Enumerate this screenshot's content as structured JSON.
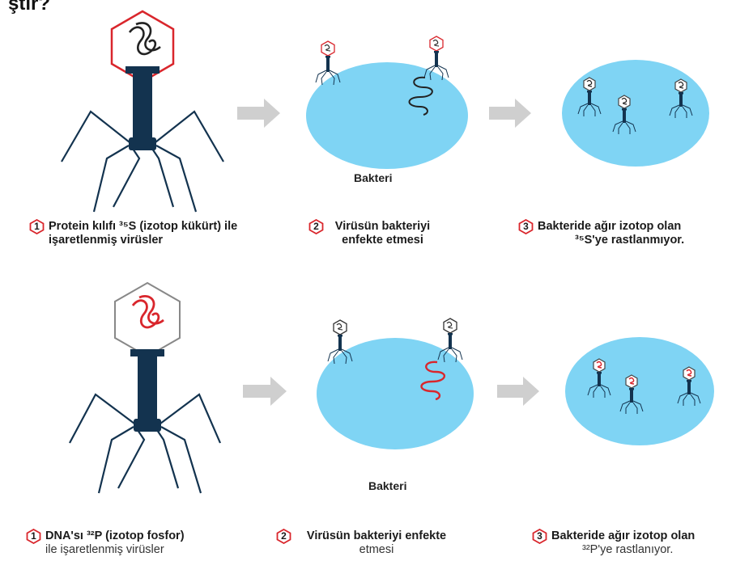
{
  "top_fragment": "ştır?",
  "colors": {
    "bacteria": "#7fd4f4",
    "phage_body": "#13334f",
    "red_capsid": "#d9262c",
    "dna_dark": "#222222",
    "dna_red": "#d9262c",
    "arrow": "#cfcfcf"
  },
  "row1": {
    "step1_number": "1",
    "step1_line1": "Protein kılıfı ³⁵S (izotop kükürt) ile",
    "step1_line2": "işaretlenmiş virüsler",
    "bacteria_label": "Bakteri",
    "step2_number": "2",
    "step2_line1": "Virüsün bakteriyi",
    "step2_line2": "enfekte etmesi",
    "step3_number": "3",
    "step3_line1": "Bakteride ağır izotop olan",
    "step3_line2": "³⁵S'ye rastlanmıyor."
  },
  "row2": {
    "step1_number": "1",
    "step1_line1": "DNA'sı ³²P (izotop fosfor)",
    "step1_line2": "ile işaretlenmiş virüsler",
    "bacteria_label": "Bakteri",
    "step2_number": "2",
    "step2_line1": "Virüsün bakteriyi enfekte",
    "step2_line2": "etmesi",
    "step3_number": "3",
    "step3_line1": "Bakteride ağır izotop olan",
    "step3_line2": "³²P'ye rastlanıyor."
  }
}
